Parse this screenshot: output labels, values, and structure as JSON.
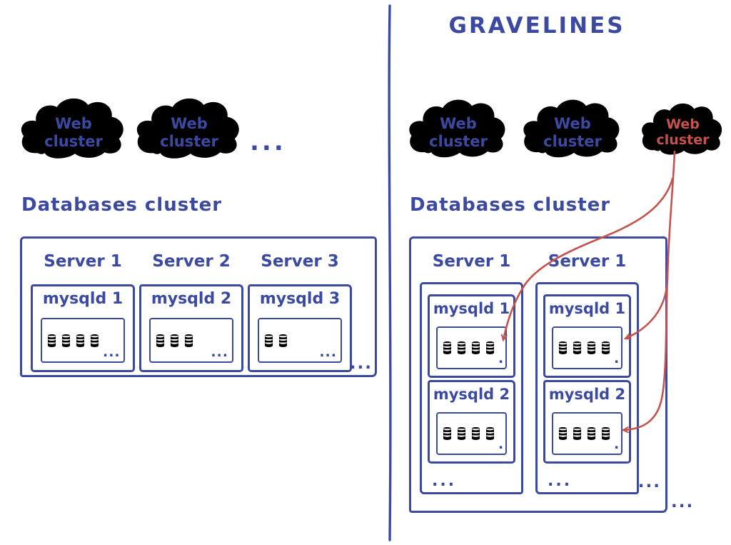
{
  "colors": {
    "blue": "#3b4aa0",
    "red": "#c4534e"
  },
  "left_panel": {
    "clouds": [
      {
        "label": "Web\ncluster",
        "color": "blue"
      },
      {
        "label": "Web\ncluster",
        "color": "blue"
      }
    ],
    "more_clouds": "...",
    "section_label": "Databases cluster",
    "db_cluster": {
      "servers": [
        {
          "label": "Server 1",
          "processes": [
            {
              "label": "mysqld 1",
              "databases": {
                "blue": 4,
                "red": 0
              },
              "more": "..."
            }
          ]
        },
        {
          "label": "Server 2",
          "processes": [
            {
              "label": "mysqld 2",
              "databases": {
                "blue": 3,
                "red": 0
              },
              "more": "..."
            }
          ]
        },
        {
          "label": "Server 3",
          "processes": [
            {
              "label": "mysqld 3",
              "databases": {
                "blue": 2,
                "red": 0
              },
              "more": "..."
            }
          ]
        }
      ],
      "more_servers": "..."
    }
  },
  "right_panel": {
    "title": "GRAVELINES",
    "clouds": [
      {
        "label": "Web\ncluster",
        "color": "blue"
      },
      {
        "label": "Web\ncluster",
        "color": "blue"
      },
      {
        "label": "Web\ncluster",
        "color": "red"
      }
    ],
    "section_label": "Databases cluster",
    "db_cluster": {
      "servers": [
        {
          "label": "Server 1",
          "processes": [
            {
              "label": "mysqld 1",
              "databases": {
                "blue": 3,
                "red": 1
              },
              "more": "..."
            },
            {
              "label": "mysqld 2",
              "databases": {
                "blue": 4,
                "red": 0
              },
              "more": "..."
            }
          ],
          "more_processes": "..."
        },
        {
          "label": "Server 1",
          "processes": [
            {
              "label": "mysqld 1",
              "databases": {
                "blue": 3,
                "red": 1
              },
              "more": "..."
            },
            {
              "label": "mysqld 2",
              "databases": {
                "blue": 3,
                "red": 1
              },
              "more": "..."
            }
          ],
          "more_processes": "..."
        }
      ],
      "more_servers": "...",
      "more_outside": "..."
    }
  }
}
